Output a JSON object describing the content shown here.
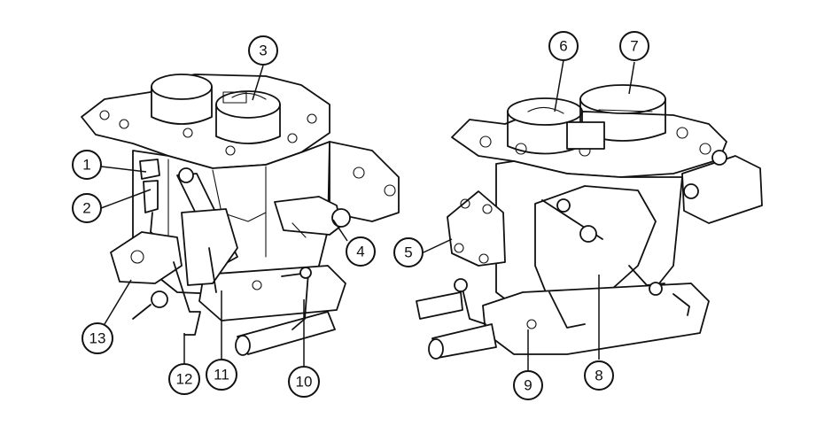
{
  "diagram": {
    "callouts": [
      {
        "id": "c1",
        "label": "1"
      },
      {
        "id": "c2",
        "label": "2"
      },
      {
        "id": "c3",
        "label": "3"
      },
      {
        "id": "c4",
        "label": "4"
      },
      {
        "id": "c5",
        "label": "5"
      },
      {
        "id": "c6",
        "label": "6"
      },
      {
        "id": "c7",
        "label": "7"
      },
      {
        "id": "c8",
        "label": "8"
      },
      {
        "id": "c9",
        "label": "9"
      },
      {
        "id": "c10",
        "label": "10"
      },
      {
        "id": "c11",
        "label": "11"
      },
      {
        "id": "c12",
        "label": "12"
      },
      {
        "id": "c13",
        "label": "13"
      }
    ]
  },
  "colors": {
    "ink": "#111111",
    "background": "#ffffff"
  }
}
